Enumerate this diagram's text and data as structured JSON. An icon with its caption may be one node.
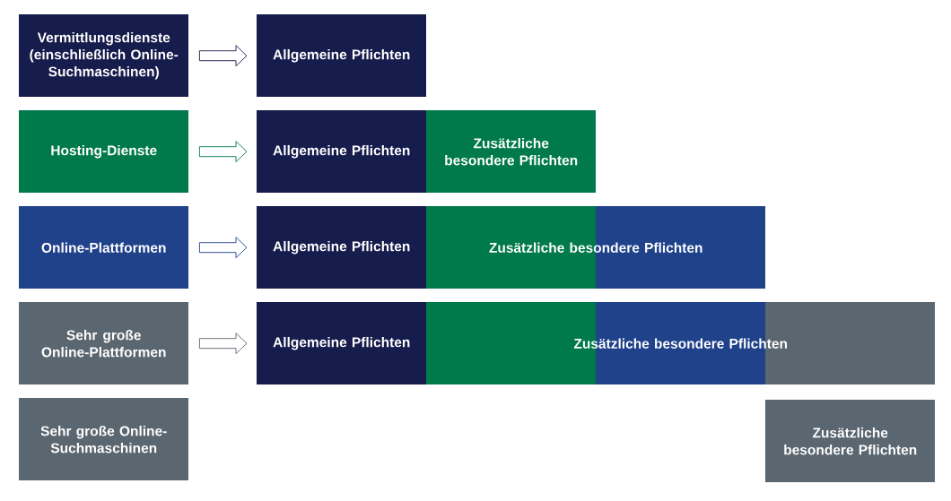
{
  "diagram": {
    "nodes": [
      {
        "text": [
          "Vermittlungsdienste (einschließlich Online-Suchmaschinen)"
        ]
      },
      {
        "text": [
          "Allgemeine Pflichten"
        ]
      },
      {
        "text": [
          "Hosting-Dienste"
        ]
      },
      {
        "text": [
          "Allgemeine Pflichten"
        ]
      },
      {
        "text": [
          "Zusätzliche besondere Pflichten"
        ]
      },
      {
        "text": [
          "Online-Plattformen"
        ]
      },
      {
        "text": [
          "Allgemeine Pflichten"
        ]
      },
      {
        "text": [
          "Zusätzliche besondere Pflichten"
        ]
      },
      {
        "text": [
          "Sehr große Online-Plattformen"
        ]
      },
      {
        "text": [
          "Allgemeine Pflichten"
        ]
      },
      {
        "text": [
          "Zusätzliche besondere Pflichten"
        ]
      },
      {
        "text": [
          "Sehr große Online-Suchmaschinen"
        ]
      },
      {
        "text": [
          "Zusätzliche besondere Pflichten"
        ]
      }
    ],
    "edges": [
      {
        "from": 0,
        "to": 1,
        "arrow": "to",
        "color": "#161c4c"
      },
      {
        "from": 2,
        "to": 3,
        "arrow": "to",
        "color": "#007a4a"
      },
      {
        "from": 5,
        "to": 6,
        "arrow": "to",
        "color": "#1f428a"
      },
      {
        "from": 8,
        "to": 9,
        "arrow": "to",
        "color": "#5a6670"
      }
    ]
  }
}
